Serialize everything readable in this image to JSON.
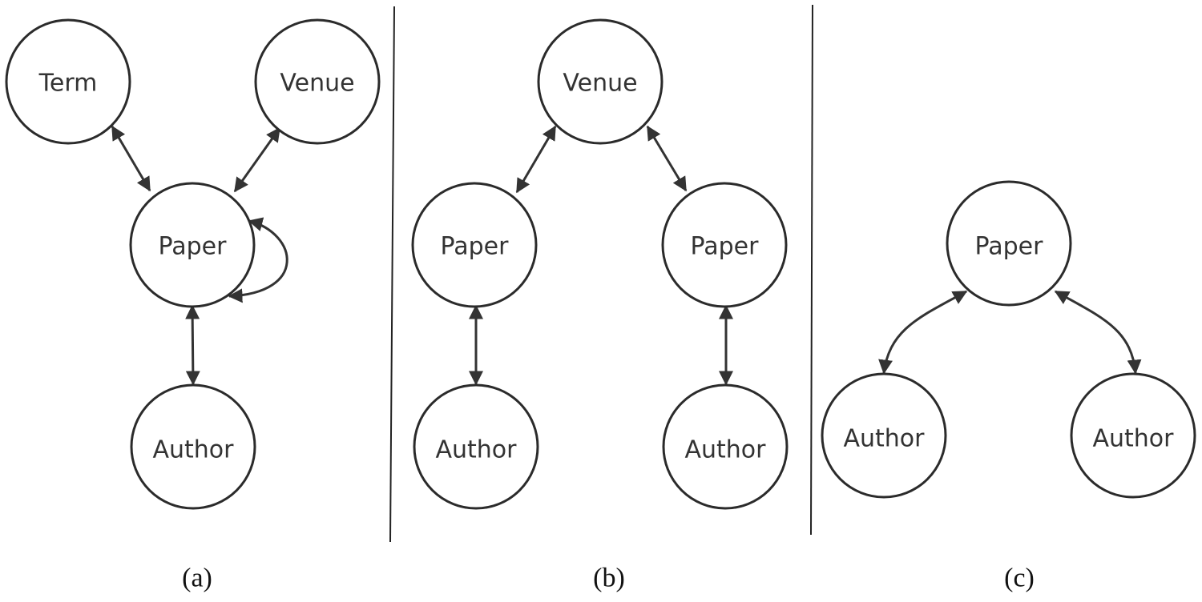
{
  "panels": {
    "a": {
      "caption": "(a)",
      "nodes": {
        "term": "Term",
        "venue": "Venue",
        "paper": "Paper",
        "author": "Author"
      }
    },
    "b": {
      "caption": "(b)",
      "nodes": {
        "venue": "Venue",
        "paper_left": "Paper",
        "paper_right": "Paper",
        "author_left": "Author",
        "author_right": "Author"
      }
    },
    "c": {
      "caption": "(c)",
      "nodes": {
        "paper": "Paper",
        "author_left": "Author",
        "author_right": "Author"
      }
    }
  },
  "colors": {
    "stroke": "#2b2b2b",
    "text": "#333333",
    "background": "#ffffff"
  }
}
